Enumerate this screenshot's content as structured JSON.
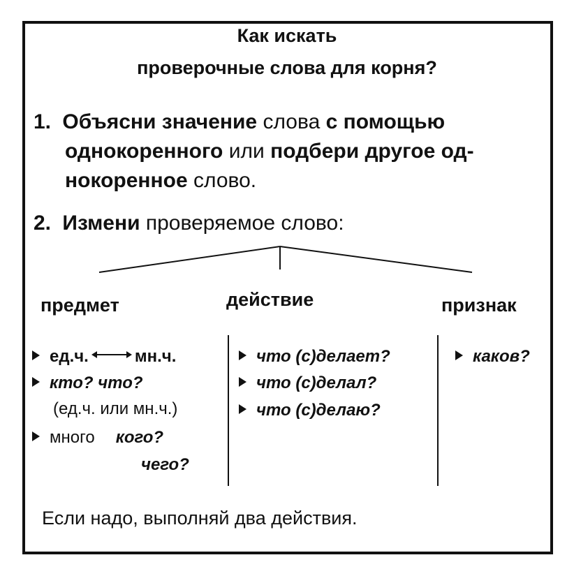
{
  "title": {
    "line1": "Как искать",
    "line2": "проверочные слова для корня?"
  },
  "step1": {
    "number": "1.",
    "line1": {
      "a": "Объясни значение",
      "b": " слова ",
      "c": "с помощью"
    },
    "line2": {
      "a": "однокоренного",
      "b": " или ",
      "c": "подбери другое од-"
    },
    "line3": {
      "a": "нокоренное",
      "b": " слово."
    }
  },
  "step2": {
    "number": "2.",
    "bold": "Измени",
    "rest": " проверяемое слово:"
  },
  "columns": {
    "noun": {
      "heading": "предмет",
      "item1": {
        "a": "ед.ч.",
        "b": "мн.ч."
      },
      "item2": "кто? что?",
      "item2_note": "(ед.ч. или мн.ч.)",
      "item3": {
        "a": "много",
        "b": "кого?",
        "c": "чего?"
      }
    },
    "verb": {
      "heading": "действие",
      "items": [
        "что (с)делает?",
        "что (с)делал?",
        "что (с)делаю?"
      ]
    },
    "adjective": {
      "heading": "признак",
      "items": [
        "каков?"
      ]
    }
  },
  "footer": "Если надо, выполняй два действия."
}
